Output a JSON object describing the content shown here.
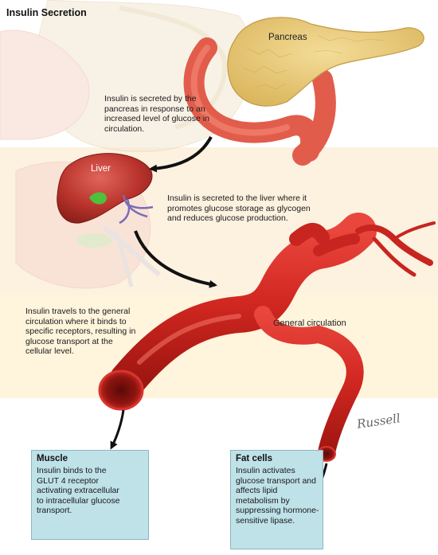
{
  "title": "Insulin Secretion",
  "labels": {
    "pancreas": "Pancreas",
    "liver": "Liver",
    "general_circulation": "General circulation"
  },
  "captions": {
    "pancreas": [
      "Insulin is secreted by the",
      "pancreas in response to an",
      "increased level of glucose in",
      "circulation."
    ],
    "liver": [
      "Insulin is secreted to the liver where it",
      "promotes glucose storage as glycogen",
      "and reduces glucose production."
    ],
    "circulation": [
      "Insulin travels to the general",
      "circulation where it binds to",
      "specific receptors, resulting in",
      "glucose transport at the",
      "cellular level."
    ]
  },
  "boxes": {
    "muscle": {
      "title": "Muscle",
      "lines": [
        "Insulin binds to the",
        "GLUT 4 receptor",
        "activating extracellular",
        "to intracellular glucose",
        "transport."
      ]
    },
    "fat": {
      "title": "Fat cells",
      "lines": [
        "Insulin activates",
        "glucose transport and",
        "affects lipid",
        "metabolism by",
        "suppressing hormone-",
        "sensitive lipase."
      ]
    }
  },
  "signature": "Russell",
  "colors": {
    "band_top": "#ffffff",
    "band_mid": "#fdf2e2",
    "band_low": "#fff4dc",
    "box_fill": "#bfe1e8",
    "vessel": "#d42a24",
    "organ_liver": "#b8332c",
    "pancreas": "#e8c774",
    "arrow": "#111111"
  }
}
